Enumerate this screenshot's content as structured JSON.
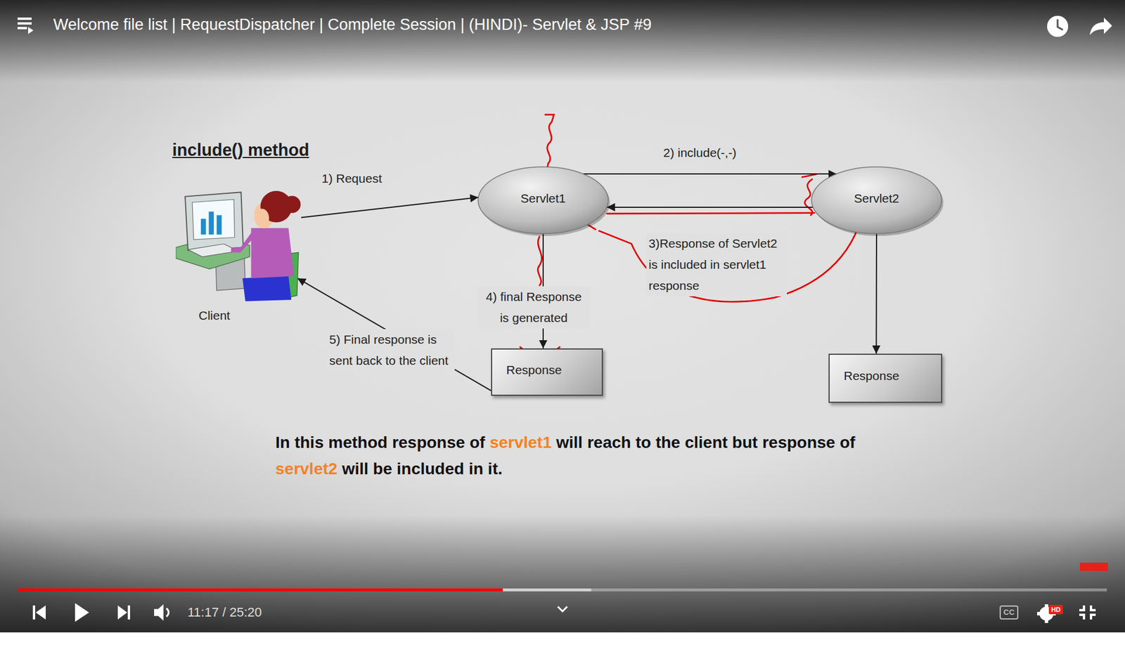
{
  "diagram": {
    "title": "include() method",
    "caption": "In this method response of servlet1 will reach to the client but response of servlet2 will be included in it.",
    "nodes": [
      {
        "text": [
          "Client"
        ]
      },
      {
        "text": [
          "Servlet1"
        ]
      },
      {
        "text": [
          "Servlet2"
        ]
      },
      {
        "text": [
          "Response"
        ]
      },
      {
        "text": [
          "Response"
        ]
      }
    ],
    "edges": [
      {
        "from": 0,
        "to": 1,
        "label": "1) Request",
        "arrow": "to"
      },
      {
        "from": 1,
        "to": 2,
        "label": "2) include(-,-)",
        "arrow": "to"
      },
      {
        "from": 2,
        "to": 1,
        "label": "3)Response of Servlet2 is included in servlet1 response",
        "arrow": "to"
      },
      {
        "from": 1,
        "to": 3,
        "label": "4) final Response is generated",
        "arrow": "to"
      },
      {
        "from": 3,
        "to": 0,
        "label": "5) Final response is sent back to the client",
        "arrow": "to"
      },
      {
        "from": 2,
        "to": 4,
        "arrow": "to"
      }
    ],
    "labels": [
      "Welcome file list | RequestDispatcher | Complete Session | (HINDI)- Servlet & JSP #9",
      "11:17 / 25:20",
      "CC",
      "HD"
    ]
  }
}
